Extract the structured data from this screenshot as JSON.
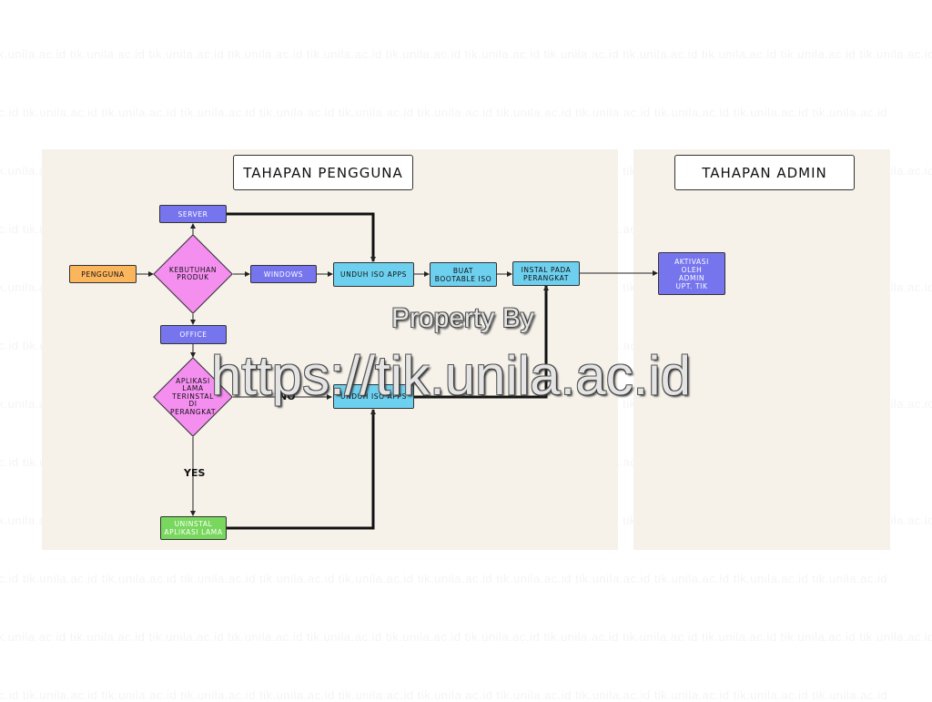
{
  "watermark_text": "tik.unila.ac.id",
  "panels": {
    "user_title": "TAHAPAN PENGGUNA",
    "admin_title": "TAHAPAN ADMIN"
  },
  "nodes": {
    "pengguna": "PENGGUNA",
    "kebutuhan": "KEBUTUHAN PRODUK",
    "server": "SERVER",
    "windows": "WINDOWS",
    "office": "OFFICE",
    "unduh_iso_1": "UNDUH ISO APPS",
    "bootable": "BUAT BOOTABLE ISO",
    "instal": "INSTAL PADA PERANGKAT",
    "aktivasi": "AKTIVASI OLEH ADMIN UPT. TIK",
    "aplikasi_lama": "APLIKASI LAMA TERINSTAL DI PERANGKAT",
    "unduh_iso_2": "UNDUH ISO APPS",
    "uninstal": "UNINSTAL APLIKASI LAMA"
  },
  "edge_labels": {
    "no": "NO",
    "yes": "YES"
  },
  "overlay": {
    "property": "Property By",
    "url": "https://tik.unila.ac.id"
  },
  "colors": {
    "panel": "#f6f2ea",
    "orange": "#fbb55d",
    "purple": "#7675ee",
    "cyan": "#6dd0ef",
    "pink": "#f48ff0",
    "green": "#78d75d"
  }
}
